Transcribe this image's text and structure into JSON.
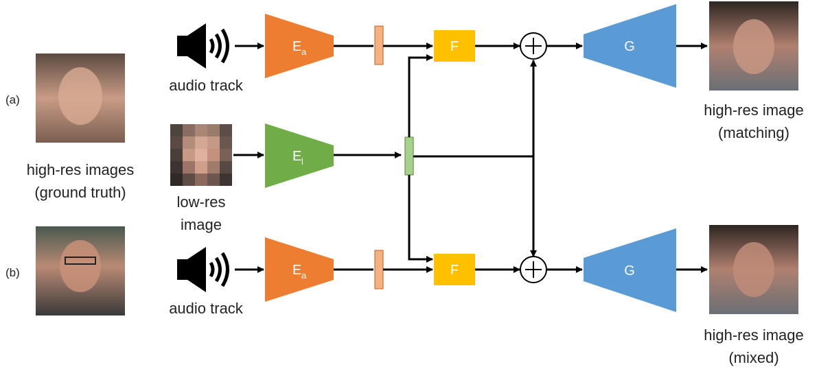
{
  "rows": {
    "a": {
      "tag": "(a)"
    },
    "b": {
      "tag": "(b)"
    }
  },
  "labels": {
    "ground_truth_line1": "high-res images",
    "ground_truth_line2": "(ground truth)",
    "audio_track": "audio track",
    "low_res_line1": "low-res",
    "low_res_line2": "image",
    "output_matching_line1": "high-res image",
    "output_matching_line2": "(matching)",
    "output_mixed_line1": "high-res image",
    "output_mixed_line2": "(mixed)"
  },
  "blocks": {
    "audio_encoder": {
      "main": "E",
      "sub": "a"
    },
    "image_encoder": {
      "main": "E",
      "sub": "l"
    },
    "fusion": "F",
    "generator": "G",
    "plus": "+"
  },
  "colors": {
    "audio_encoder": "#ed7d31",
    "image_encoder": "#70ad47",
    "fusion": "#ffc000",
    "generator": "#5b9bd5",
    "audio_embedding": "#f4b183",
    "image_embedding": "#a9d18e"
  },
  "icons": [
    "speaker-icon",
    "photo-placeholder"
  ]
}
